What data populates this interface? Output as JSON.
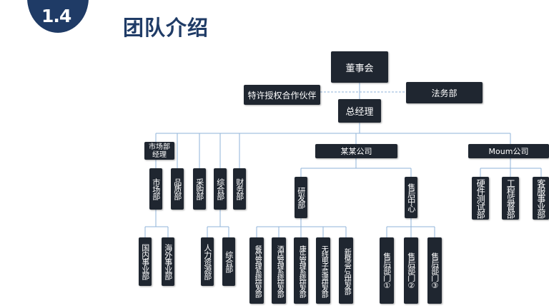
{
  "header": {
    "section_number": "1.4",
    "title": "团队介绍"
  },
  "org": {
    "board": "董事会",
    "franchise": "特许授权合作伙伴",
    "legal": "法务部",
    "gm": "总经理",
    "mkt_manager": "市场部\n经理",
    "company_a": "某某公司",
    "company_b": "Moum公司",
    "market": "市场部",
    "quality": "品质部",
    "purchase": "采购部",
    "general": "综合部",
    "finance": "财务部",
    "rnd": "研发部",
    "after_sales": "售后中心",
    "hardware_test": "硬件测试部",
    "engineering": "工程监督部",
    "customer_service": "客服事业部",
    "domestic": "国内事业部",
    "overseas": "海外事业部",
    "hr": "人力资源部",
    "general2": "综合部",
    "rd_catering": "餐饮管理系统研发部",
    "rd_hotel": "酒店管理系统研发部",
    "rd_leisure": "康乐管理系统研发部",
    "rd_wireless": "无线电子菜谱研发部",
    "rd_new": "新概念产品研发部",
    "as1": "售后部门①",
    "as2": "售后部门②",
    "as3": "售后部门③"
  }
}
